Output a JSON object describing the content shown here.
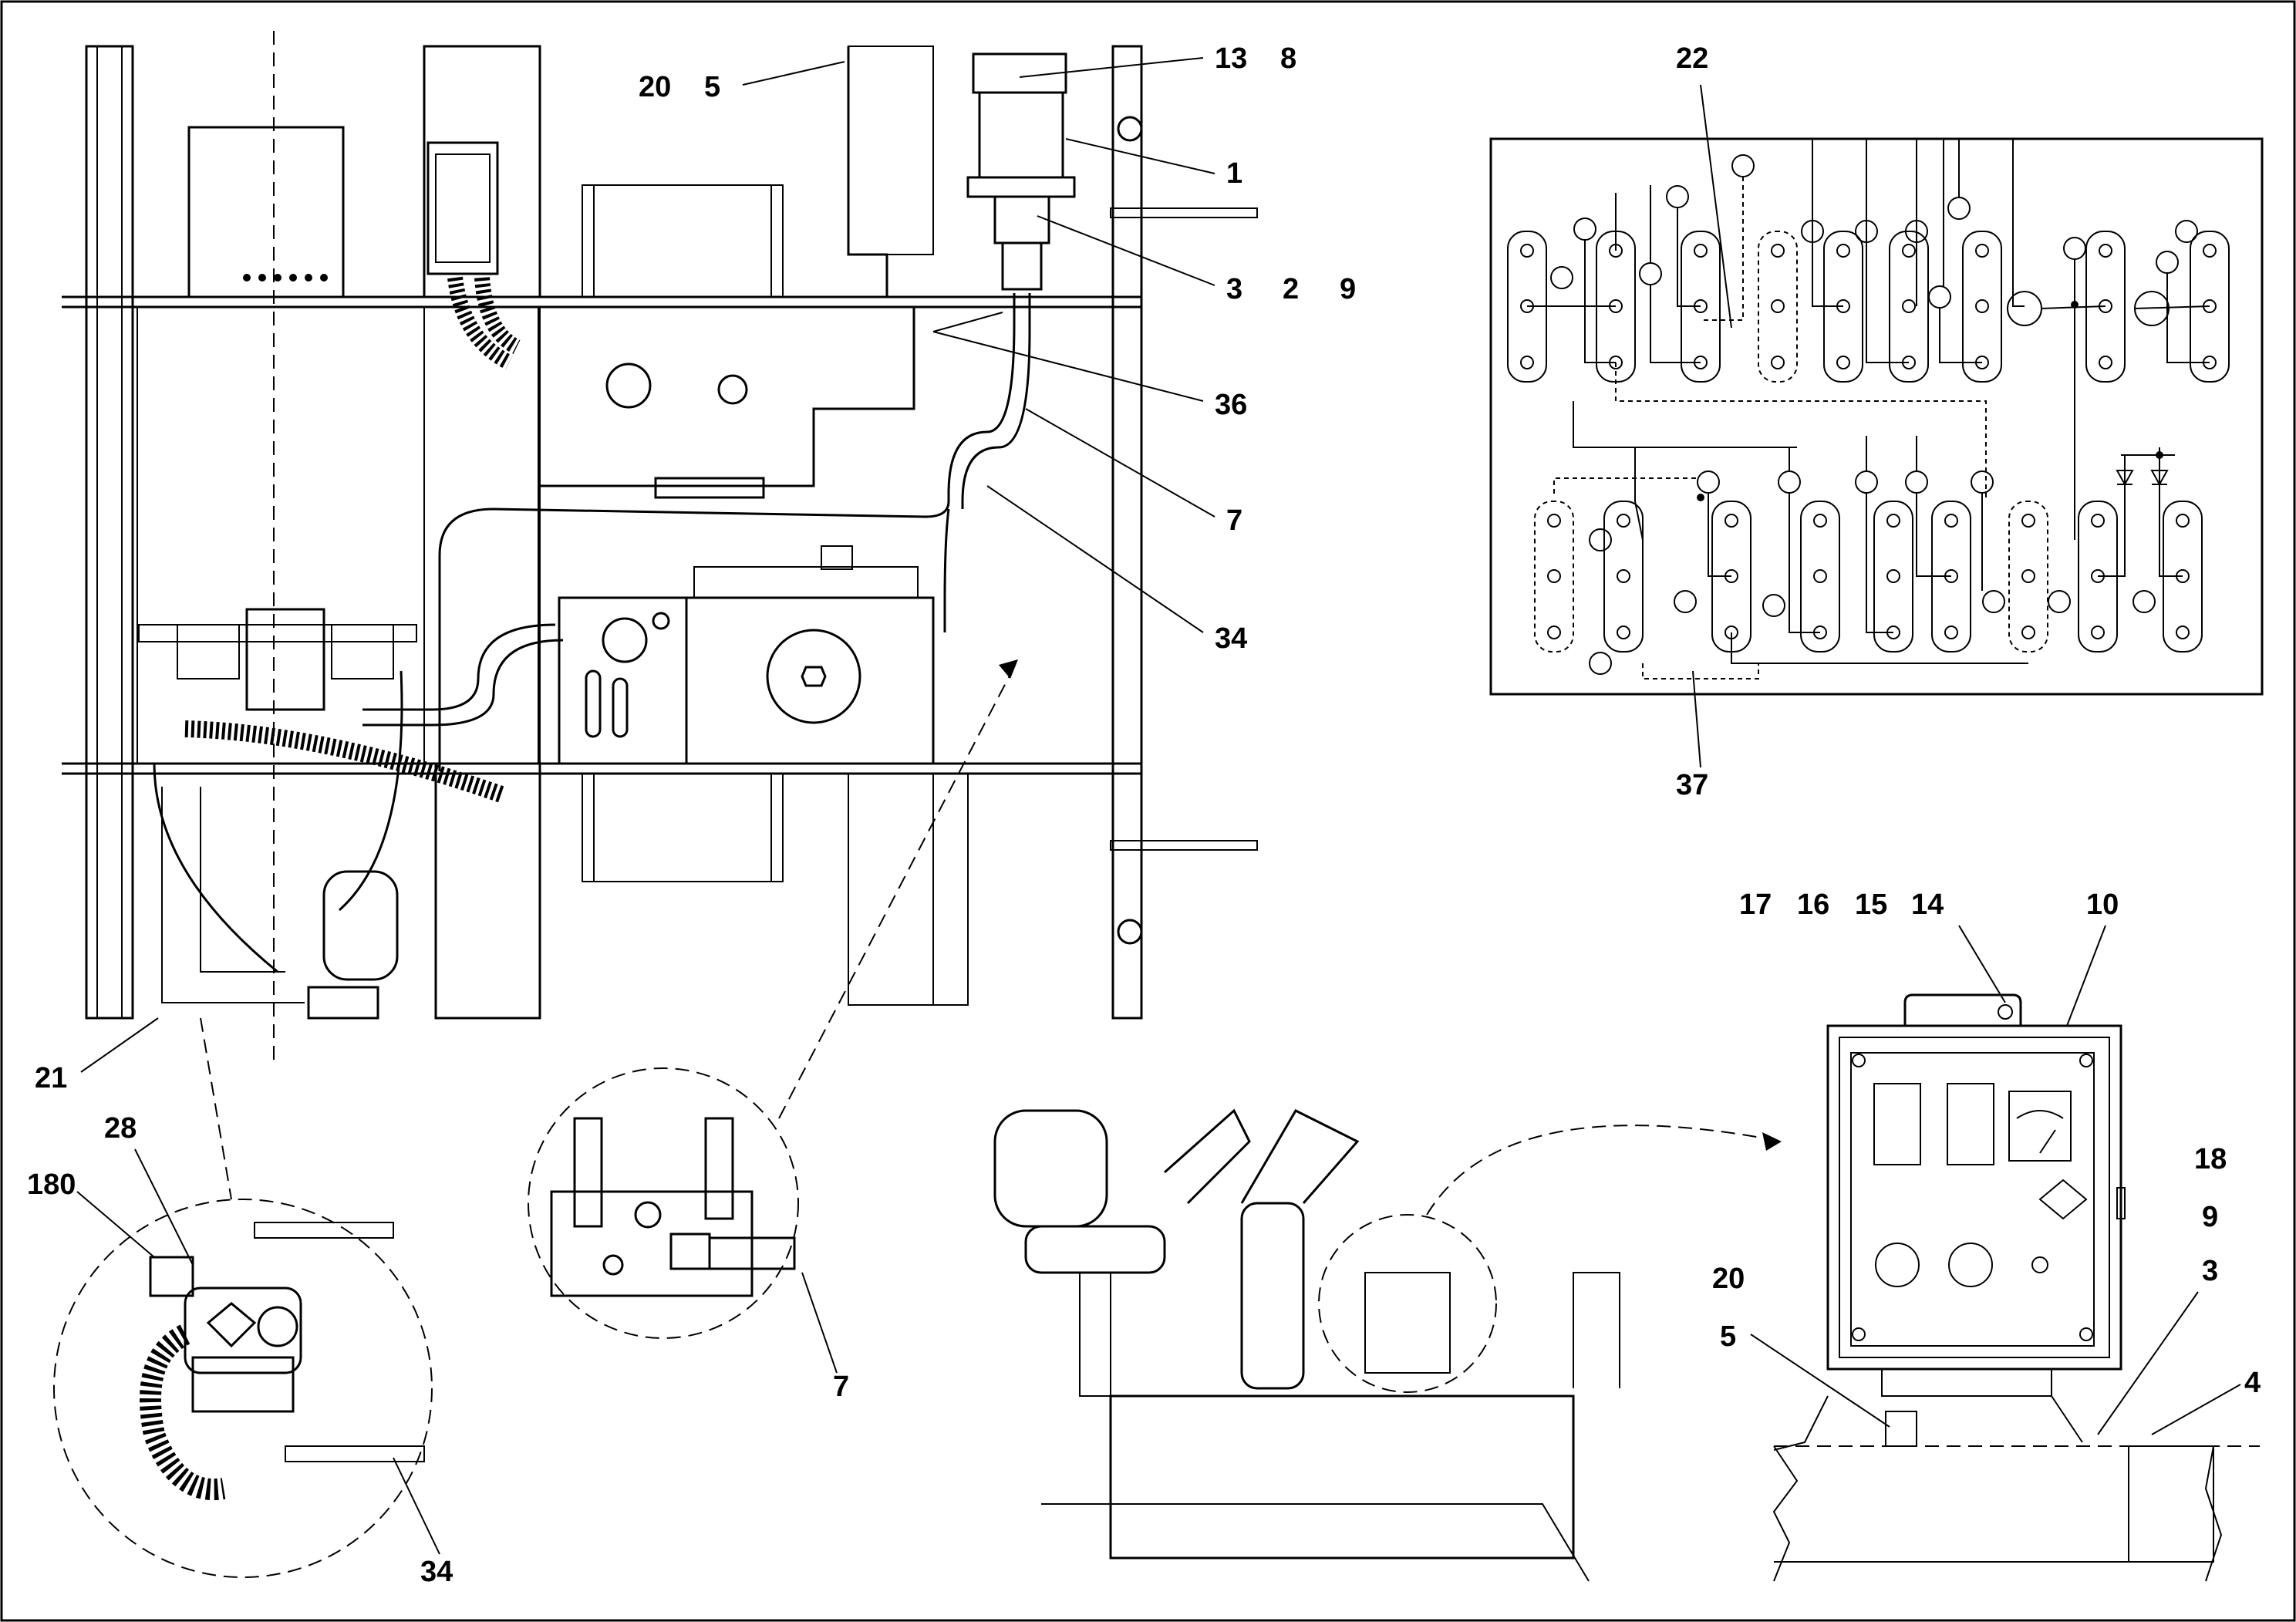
{
  "callouts": {
    "c20_top": "20",
    "c5_top": "5",
    "c13": "13",
    "c8": "8",
    "c1": "1",
    "c3_top": "3",
    "c2": "2",
    "c9_top": "9",
    "c36": "36",
    "c7_main": "7",
    "c34_main": "34",
    "c22": "22",
    "c37": "37",
    "c17": "17",
    "c16": "16",
    "c15": "15",
    "c14": "14",
    "c10": "10",
    "c18": "18",
    "c9_box": "9",
    "c20_box": "20",
    "c3_box": "3",
    "c5_box": "5",
    "c4": "4",
    "c21": "21",
    "c28": "28",
    "c180": "180",
    "c34_det": "34",
    "c7_det": "7"
  },
  "colors": {
    "line": "#000000",
    "background": "#ffffff"
  }
}
